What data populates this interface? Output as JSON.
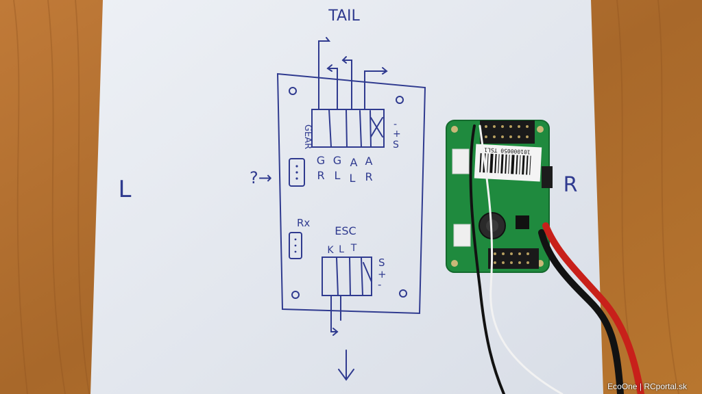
{
  "sketch": {
    "tail_label": "TAIL",
    "left_label": "L",
    "right_label": "R",
    "gear_label": "GEAR",
    "gear_pins": [
      "-",
      "+",
      "S"
    ],
    "channel_top": [
      "G",
      "G",
      "A",
      "A"
    ],
    "channel_bottom": [
      "R",
      "L",
      "L",
      "R"
    ],
    "unknown_label": "?→",
    "rx_label": "Rx",
    "esc_label": "ESC",
    "esc_channels": [
      "K",
      "L",
      "T"
    ],
    "esc_pins": [
      "S",
      "+",
      "-"
    ]
  },
  "board": {
    "sticker_text": "101000050 TSL1"
  },
  "credit": "EcoOne | RCportal.sk",
  "colors": {
    "table_wood": "#b5702f",
    "paper": "#e8ecf2",
    "ink": "#2f3a8f",
    "pcb": "#1f8a3e",
    "wire_red": "#c8201a",
    "wire_black": "#121212",
    "wire_white": "#f2f2f2"
  }
}
